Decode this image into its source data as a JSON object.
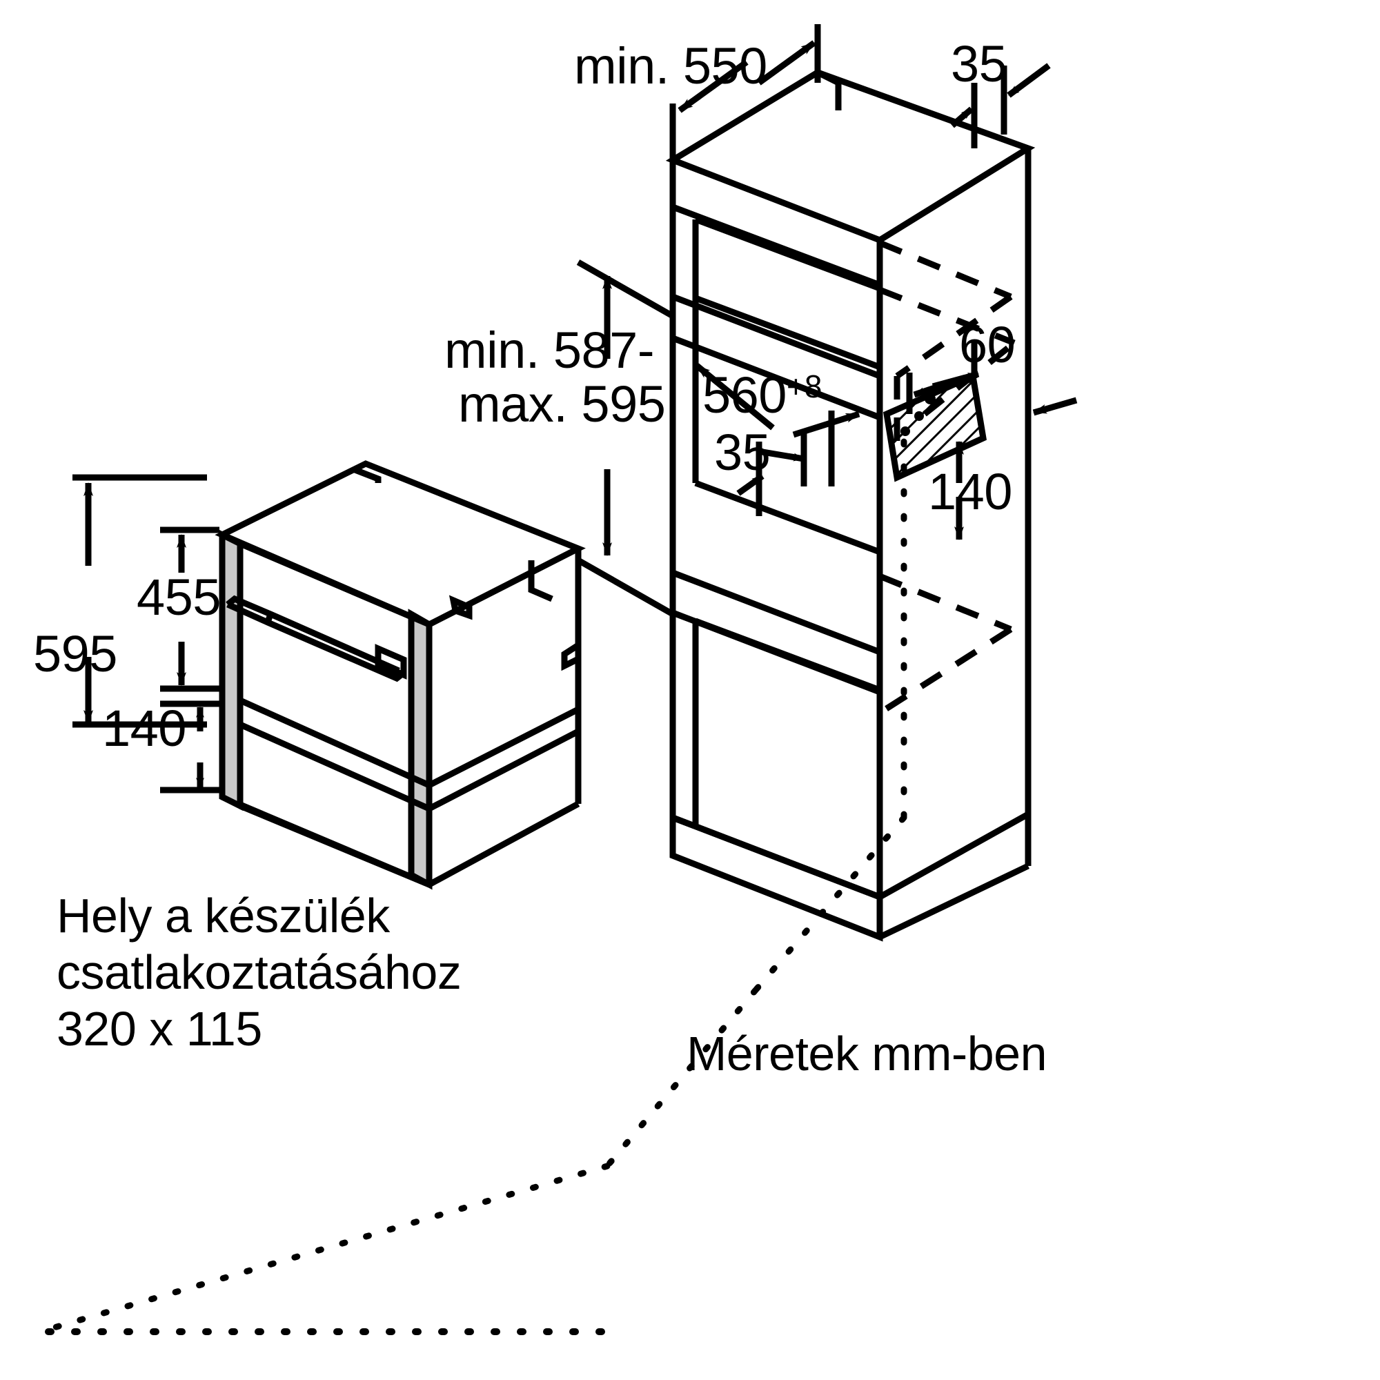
{
  "document": {
    "type": "appliance-installation-dimension-drawing",
    "language": "hu",
    "units_note": "Méretek mm-ben"
  },
  "dimensions": {
    "niche_depth_min": "min. 550",
    "side_panel_thickness_top": "35",
    "niche_height": "min. 587-\nmax. 595",
    "niche_height_line1": "min. 587-",
    "niche_height_line2": "max. 595",
    "niche_width": "560",
    "niche_width_tolerance": "+8",
    "shelf_offset": "35",
    "socket_depth": "60",
    "socket_height_from_shelf": "140",
    "appliance_height": "595",
    "appliance_front_height": "455",
    "appliance_base_height": "140"
  },
  "labels": {
    "connection_space_line1": "Hely a készülék",
    "connection_space_line2": "csatlakoztatásához",
    "connection_space_line3": "320 x 115",
    "units": "Méretek mm-ben"
  },
  "colors": {
    "stroke": "#000000",
    "background": "#ffffff",
    "panel_fill": "#c8c8c8",
    "hatch": "#000000"
  }
}
